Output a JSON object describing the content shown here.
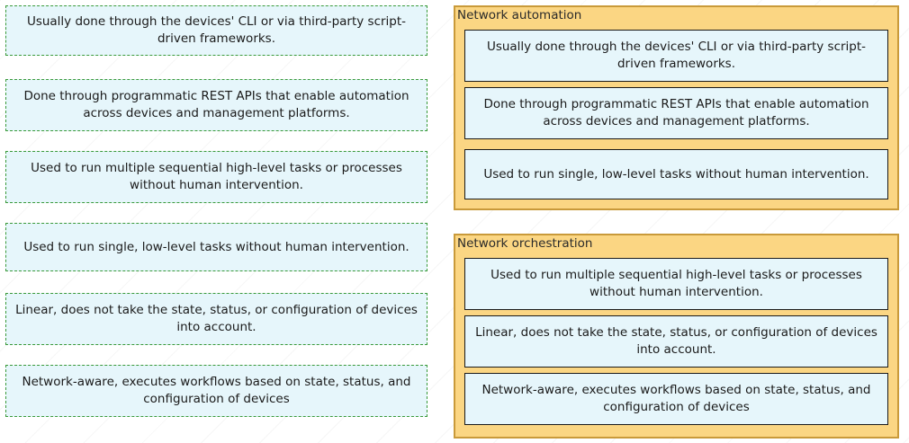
{
  "options": [
    "Usually done through the devices' CLI or via third-party script-driven frameworks.",
    "Done through programmatic REST APIs that enable automation across devices and management platforms.",
    "Used to run multiple sequential high-level tasks or processes without human intervention.",
    "Used to run single, low-level tasks without human intervention.",
    "Linear, does not take the state, status, or configuration of devices into account.",
    "Network-aware, executes workflows based on state, status, and configuration of devices"
  ],
  "targets": {
    "automation": {
      "title": "Network automation",
      "items": [
        "Usually done through the devices' CLI or via third-party script-driven frameworks.",
        "Done through programmatic REST APIs that enable automation across devices and management platforms.",
        "Used to run single, low-level tasks without human intervention."
      ]
    },
    "orchestration": {
      "title": "Network orchestration",
      "items": [
        "Used to run multiple sequential high-level tasks or processes without human intervention.",
        "Linear, does not take the state, status, or configuration of devices into account.",
        "Network-aware, executes workflows based on state, status, and configuration of devices"
      ]
    }
  },
  "colors": {
    "card_bg": "#e6f6fb",
    "source_border": "#3a9a3a",
    "target_bg": "#fbd683",
    "target_border": "#c99a3a"
  }
}
